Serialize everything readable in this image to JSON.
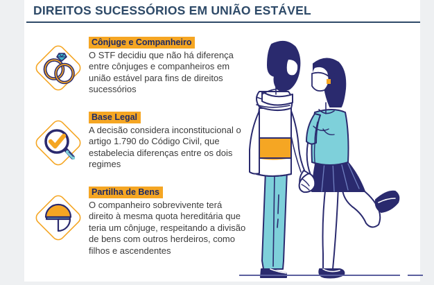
{
  "header": {
    "title": "DIREITOS SUCESSÓRIOS EM UNIÃO ESTÁVEL"
  },
  "colors": {
    "title": "#2e4a68",
    "rule": "#2e4a68",
    "highlight": "#f5a623",
    "heading_text": "#1f2a63",
    "body_text": "#3b3b3b",
    "navy": "#2a2a6e",
    "orange": "#f5a623",
    "teal": "#7ed0da",
    "page_gutter": "#eef0f2",
    "card": "#ffffff"
  },
  "blocks": [
    {
      "icon": "wedding-rings-icon",
      "heading": "Cônjuge e Companheiro",
      "body": "O STF decidiu que não há diferença entre cônjuges e companheiros em união estável para fins de direitos sucessórios"
    },
    {
      "icon": "magnifier-check-icon",
      "heading": "Base Legal",
      "body": "A decisão considera inconstitucional o artigo 1.790 do Código Civil, que estabelecia diferenças entre os dois regimes"
    },
    {
      "icon": "pie-chart-icon",
      "heading": "Partilha de Bens",
      "body": "O companheiro sobrevivente terá direito à mesma quota hereditária que teria um cônjuge, respeitando a divisão de bens com outros herdeiros, como filhos e ascendentes"
    }
  ],
  "illustration": {
    "name": "couple-holding-hands-illustration",
    "man": {
      "hair": "navy-beard-hair",
      "garment": "white-hoodie-with-orange-band",
      "trousers": "teal-jeans",
      "shoes": "navy-sneakers"
    },
    "woman": {
      "hair": "navy-bob-hair",
      "mask": "white-face-mask",
      "top": "teal-tshirt",
      "skirt": "navy-pleated-skirt",
      "shoes": "navy-flats"
    }
  }
}
